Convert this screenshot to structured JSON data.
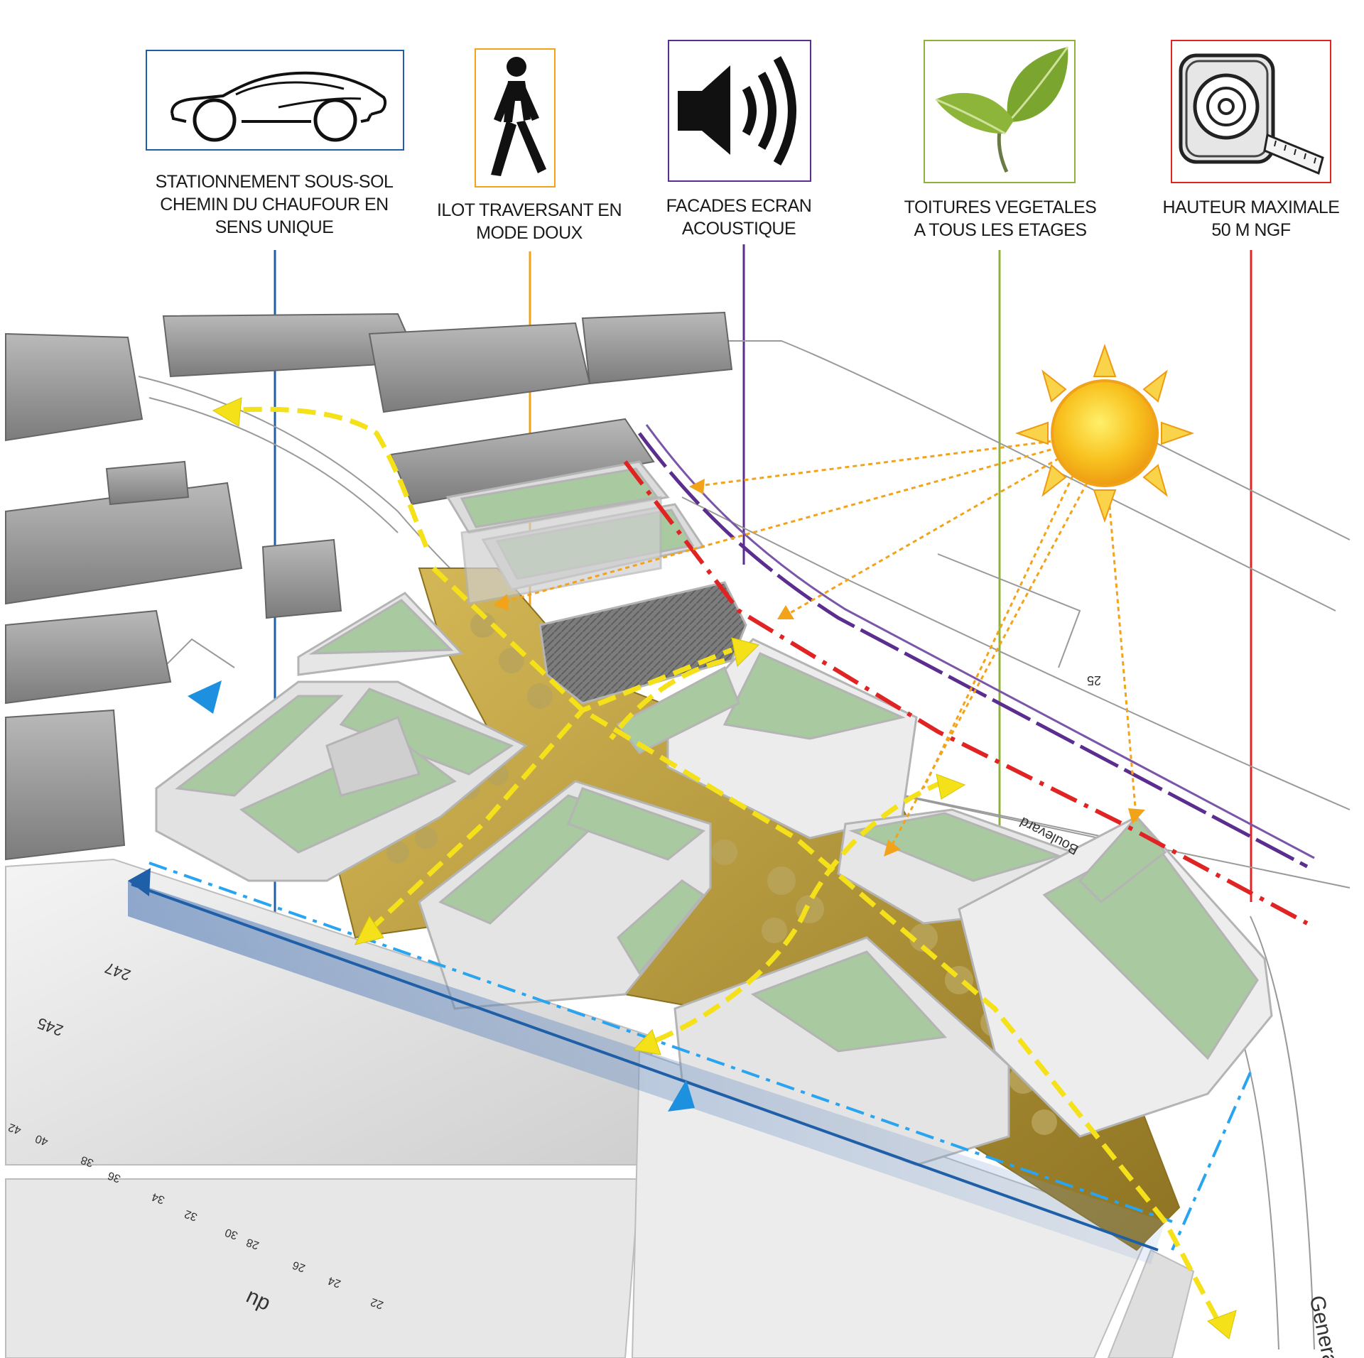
{
  "legend": [
    {
      "key": "parking",
      "icon": "car-icon",
      "color": "#1f5fa8",
      "lines": [
        "STATIONNEMENT SOUS-SOL",
        "CHEMIN DU CHAUFOUR EN",
        "SENS UNIQUE"
      ]
    },
    {
      "key": "pedestrian",
      "icon": "pedestrian-icon",
      "color": "#f2a31a",
      "lines": [
        "ILOT TRAVERSANT EN",
        "MODE DOUX"
      ]
    },
    {
      "key": "acoustic",
      "icon": "speaker-icon",
      "color": "#5b2d8e",
      "lines": [
        "FACADES ECRAN",
        "ACOUSTIQUE"
      ]
    },
    {
      "key": "green-roofs",
      "icon": "leaf-icon",
      "color": "#8fb33a",
      "lines": [
        "TOITURES VEGETALES",
        "A TOUS LES ETAGES"
      ]
    },
    {
      "key": "height",
      "icon": "tape-measure-icon",
      "color": "#e02424",
      "lines": [
        "HAUTEUR  MAXIMALE",
        "50 M NGF"
      ]
    }
  ],
  "map_labels": {
    "boulevard": "Boulevard",
    "street_numbers": [
      "42",
      "40",
      "38",
      "36",
      "34",
      "32",
      "30",
      "28",
      "26",
      "24",
      "22"
    ],
    "lot_247": "247",
    "lot_245": "245",
    "lot_25": "25",
    "du": "du",
    "general": "Genera"
  },
  "colors": {
    "roof_green": "#a9c9a0",
    "walkway_gold": "#c9a94a",
    "pedestrian_flow": "#f5e11a",
    "sun": "#f6b51c",
    "sun_ray": "#f2a31a",
    "acoustic_line": "#5b2d8e",
    "height_line": "#e02424",
    "parking_line": "#1f5fa8",
    "parking_arrow": "#1e90e0"
  }
}
